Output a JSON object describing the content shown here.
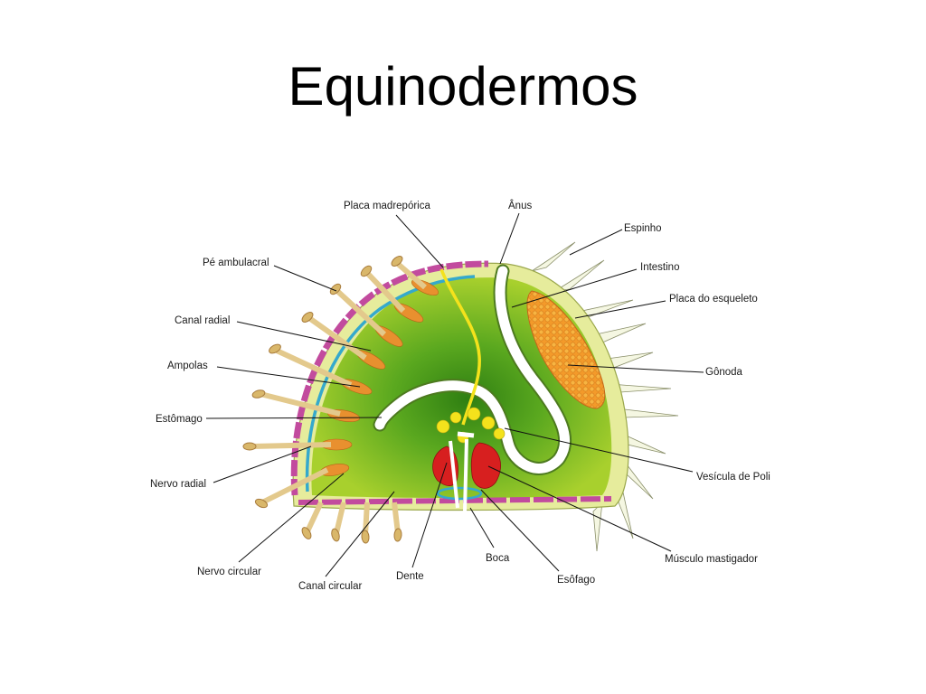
{
  "title": "Equinodermos",
  "colors": {
    "body": "#9cc92a",
    "body_inner": "#3e8f1c",
    "rim": "#e3ea9a",
    "purple": "#c0489a",
    "blue": "#2fa3c8",
    "orange": "#e0892b",
    "gonad": "#f2a035",
    "yellow": "#f4e21c",
    "red": "#d81e1e"
  },
  "labels": {
    "placa_madreporica": "Placa madrepórica",
    "anus": "Ânus",
    "espinho": "Espinho",
    "intestino": "Intestino",
    "placa_esqueleto": "Placa do esqueleto",
    "gonoda": "Gônoda",
    "pe_ambulacral": "Pé ambulacral",
    "canal_radial": "Canal radial",
    "ampolas": "Ampolas",
    "estomago": "Estômago",
    "nervo_radial": "Nervo radial",
    "vesicula_poli": "Vesícula de Poli",
    "musculo_mastigador": "Músculo mastigador",
    "nervo_circular": "Nervo circular",
    "canal_circular": "Canal circular",
    "dente": "Dente",
    "boca": "Boca",
    "esofago": "Esôfago"
  }
}
